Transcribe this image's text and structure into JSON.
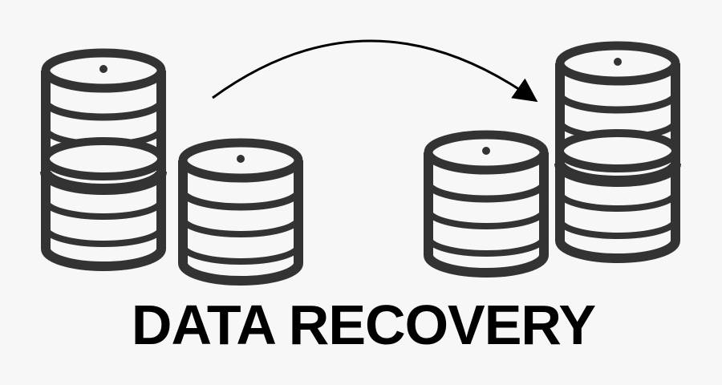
{
  "title": "DATA RECOVERY",
  "colors": {
    "background": "#f7f7f7",
    "icon": "#333333",
    "arrow": "#000000",
    "text": "#000000"
  },
  "diagram": {
    "nodes": [
      {
        "id": "source-tall-stack",
        "icon": "database-stack-icon",
        "disks": 2
      },
      {
        "id": "source-short-stack",
        "icon": "database-icon",
        "disks": 1
      },
      {
        "id": "target-short-stack",
        "icon": "database-icon",
        "disks": 1
      },
      {
        "id": "target-tall-stack",
        "icon": "database-stack-icon",
        "disks": 2
      }
    ],
    "edges": [
      {
        "from": "source",
        "to": "target",
        "icon": "curved-arrow-icon"
      }
    ]
  }
}
